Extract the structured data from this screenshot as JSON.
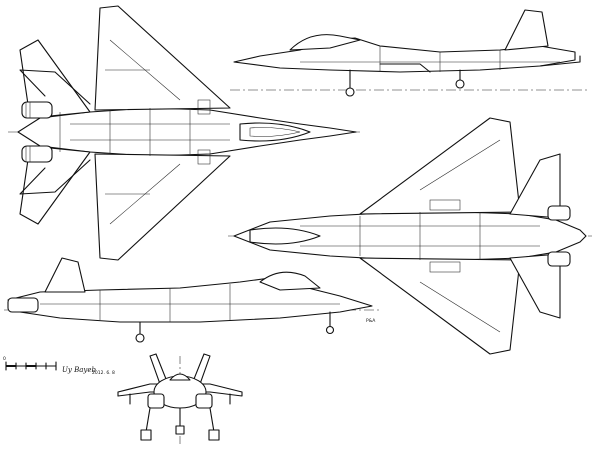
{
  "drawing": {
    "signature": "Uy Bayeb",
    "date": "2012. 6. 8",
    "scale_mark": "0",
    "note": "P&A"
  },
  "views": [
    "plan-view-top",
    "side-view-upper",
    "plan-view-bottom",
    "side-view-lower",
    "front-view"
  ]
}
